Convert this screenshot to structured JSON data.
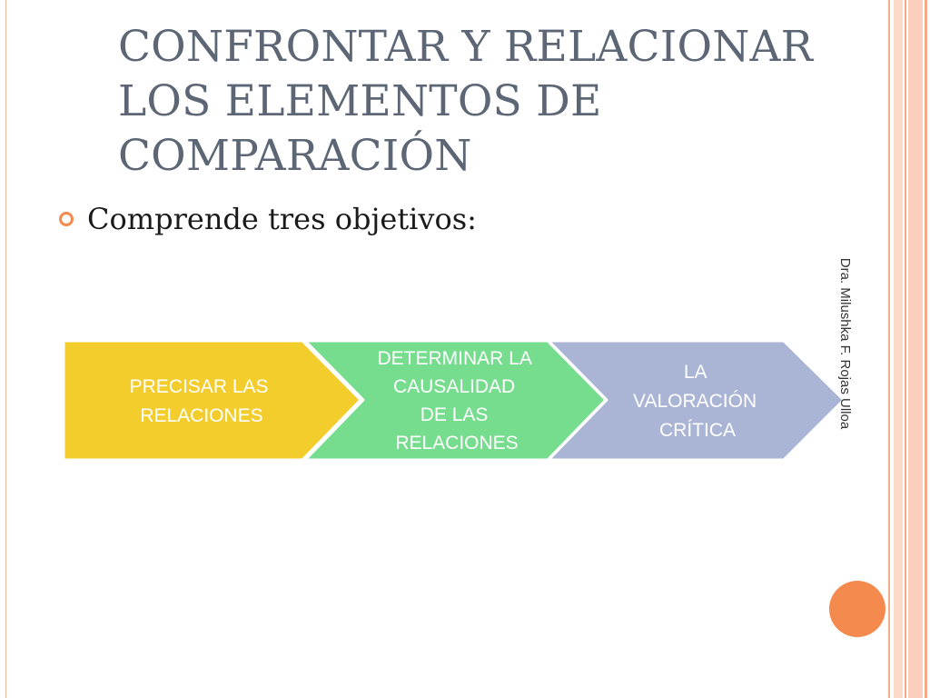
{
  "title": {
    "lines": [
      "CONFRONTAR Y RELACIONAR",
      "LOS ELEMENTOS DE",
      "COMPARACIÓN"
    ]
  },
  "bullet": {
    "text": "Comprende tres objetivos:",
    "icon": "ring-bullet-icon"
  },
  "process": {
    "steps": [
      {
        "lines": [
          "PRECISAR LAS",
          "RELACIONES"
        ],
        "color": "#f3cd2c"
      },
      {
        "lines": [
          "DETERMINAR LA",
          "CAUSALIDAD",
          "DE LAS",
          "RELACIONES"
        ],
        "color": "#76dd8e"
      },
      {
        "lines": [
          "LA",
          "VALORACIÓN",
          "CRÍTICA"
        ],
        "color": "#aab5d5"
      }
    ]
  },
  "author": "Dra. Milushka F. Rojas Ulloa",
  "colors": {
    "title": "#5d6675",
    "accent": "#f48a4e",
    "stripe_light": "#fbd9c8",
    "stripe_dark": "#f4a98b"
  }
}
